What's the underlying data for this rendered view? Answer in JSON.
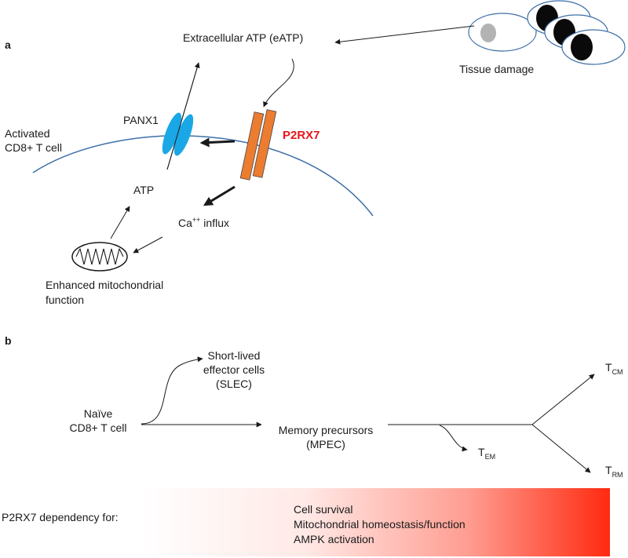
{
  "panel_a": {
    "label": "a",
    "eatp": "Extracellular ATP (eATP)",
    "tissue_damage": "Tissue damage",
    "cell_line1": "Activated",
    "cell_line2": "CD8+ T cell",
    "panx1": "PANX1",
    "p2rx7": "P2RX7",
    "atp": "ATP",
    "ca": "Ca",
    "ca_sup": "++",
    "influx": " influx",
    "mito_line1": "Enhanced mitochondrial",
    "mito_line2": "function"
  },
  "panel_b": {
    "label": "b",
    "naive_line1": "Naïve",
    "naive_line2": "CD8+ T cell",
    "slec_line1": "Short-lived",
    "slec_line2": "effector cells",
    "slec_line3": "(SLEC)",
    "mpec_line1": "Memory precursors",
    "mpec_line2": "(MPEC)",
    "tem_main": "T",
    "tem_sub": "EM",
    "tcm_main": "T",
    "tcm_sub": "CM",
    "trm_main": "T",
    "trm_sub": "RM"
  },
  "dependency": {
    "label": "P2RX7 dependency for:",
    "items": [
      "Cell survival",
      "Mitochondrial homeostasis/function",
      "AMPK activation"
    ]
  },
  "colors": {
    "panx1": "#1aa7e6",
    "p2rx7_fill": "#ec7c30",
    "p2rx7_label": "#e8141c",
    "membrane": "#3d6fa8",
    "gradient_start": "#ffffff",
    "gradient_end": "#ff2a10"
  }
}
